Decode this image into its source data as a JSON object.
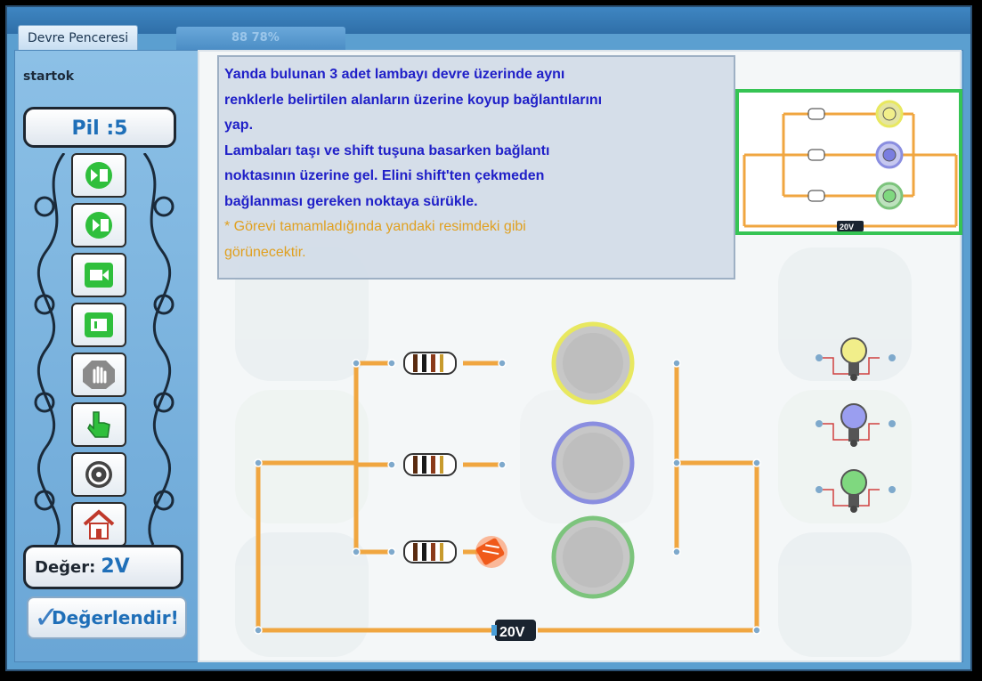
{
  "window": {
    "tab_title": "Devre Penceresi",
    "faded_tab_text": "88 78%"
  },
  "sidebar": {
    "user": "startok",
    "battery": "Pil :5",
    "value_label": "Değer:",
    "value": "2V",
    "evaluate_button": "Değerlendir!",
    "tools": [
      {
        "name": "export-icon",
        "color": "#2fbf3c"
      },
      {
        "name": "import-icon",
        "color": "#2fbf3c"
      },
      {
        "name": "camera-icon",
        "color": "#2fbf3c"
      },
      {
        "name": "presentation-icon",
        "color": "#2fbf3c"
      },
      {
        "name": "stop-hand-icon",
        "color": "#8a8a8a"
      },
      {
        "name": "pointer-hand-icon",
        "color": "#2fbf3c"
      },
      {
        "name": "reset-icon",
        "color": "#444444"
      },
      {
        "name": "home-icon",
        "color": "#c0392b"
      }
    ]
  },
  "instructions": {
    "lines": [
      " Yanda bulunan 3 adet lambayı devre üzerinde aynı",
      "renklerle belirtilen alanların üzerine koyup bağlantılarını",
      "yap.",
      "Lambaları taşı ve shift tuşuna basarken bağlantı",
      "noktasının üzerine gel. Elini shift'ten çekmeden",
      "bağlanması gereken noktaya sürükle."
    ],
    "note_lines": [
      " * Görevi tamamladığında yandaki resimdeki gibi",
      "görünecektir."
    ]
  },
  "circuit": {
    "battery_label": "20V",
    "preview_battery_label": "20V",
    "lamp_slots": [
      {
        "color": "yellow",
        "hex": "#e8e860"
      },
      {
        "color": "purple",
        "hex": "#8a8ee0"
      },
      {
        "color": "green",
        "hex": "#7cc47c"
      }
    ],
    "wire_color": "#f0a640"
  }
}
